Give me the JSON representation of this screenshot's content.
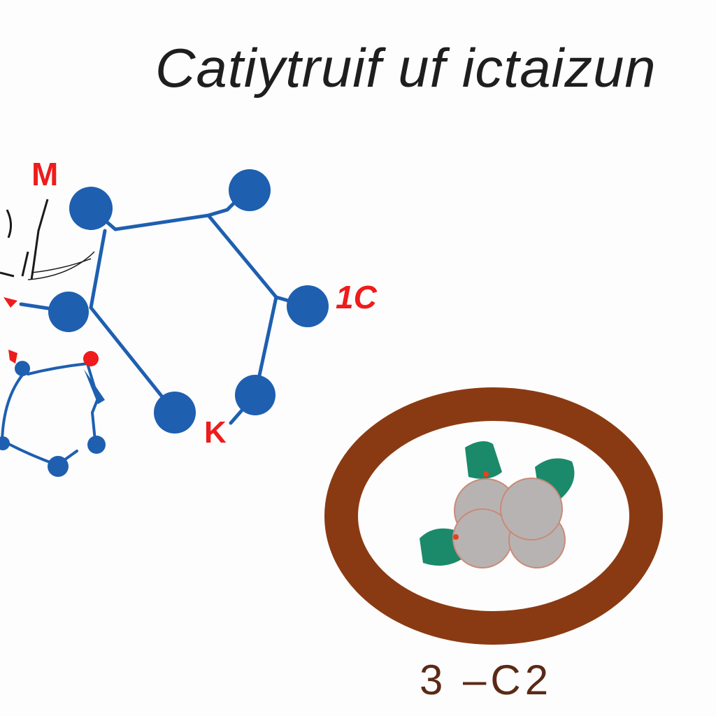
{
  "title": "Catiytruif uf ictaizun",
  "labels": {
    "top_left": "M",
    "right": "1C",
    "bottom": "K"
  },
  "caption": "3 –C2",
  "colors": {
    "node_blue": "#1e5fb0",
    "label_red": "#ee1c1c",
    "ring_brown": "#8a3a12",
    "molecule_gray": "#b8b3b3",
    "leaf_green": "#1a8a6a",
    "caption_brown": "#5a2a16"
  }
}
